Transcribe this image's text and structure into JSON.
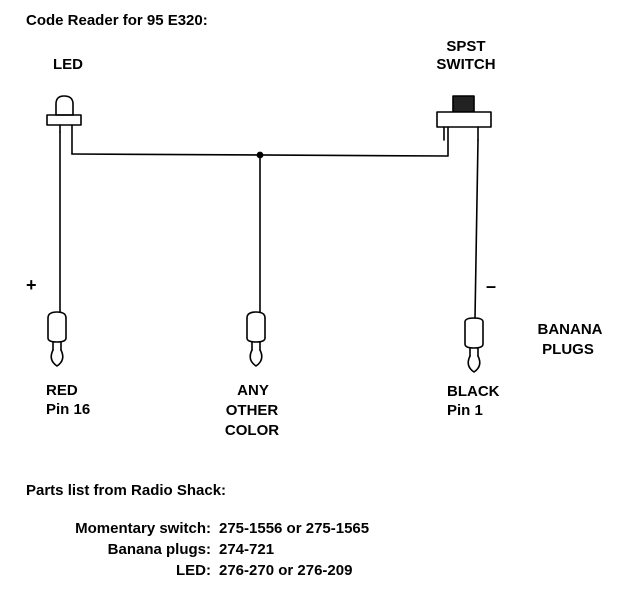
{
  "title": "Code Reader for 95 E320:",
  "components": {
    "led_label": "LED",
    "switch_label_line1": "SPST",
    "switch_label_line2": "SWITCH",
    "plus_sign": "+",
    "minus_sign": "–",
    "banana_label_line1": "BANANA",
    "banana_label_line2": "PLUGS"
  },
  "plugs": [
    {
      "line1": "RED",
      "line2": "Pin 16",
      "line3": ""
    },
    {
      "line1": "ANY",
      "line2": "OTHER",
      "line3": "COLOR"
    },
    {
      "line1": "BLACK",
      "line2": "Pin 1",
      "line3": ""
    }
  ],
  "parts": {
    "heading": "Parts list from Radio Shack:",
    "rows": [
      {
        "label": "Momentary switch:",
        "value": "275-1556 or 275-1565"
      },
      {
        "label": "Banana plugs:",
        "value": "274-721"
      },
      {
        "label": "LED:",
        "value": "276-270 or 276-209"
      }
    ]
  }
}
